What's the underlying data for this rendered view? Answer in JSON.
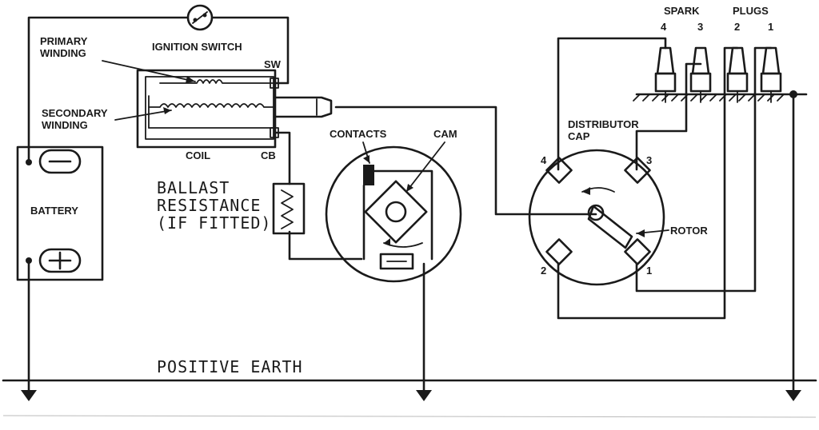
{
  "labels": {
    "spark": "SPARK",
    "plugs": "PLUGS",
    "plug_1": "1",
    "plug_2": "2",
    "plug_3": "3",
    "plug_4": "4",
    "primary_winding": "PRIMARY\nWINDING",
    "secondary_winding": "SECONDARY\nWINDING",
    "ignition_switch": "IGNITION SWITCH",
    "sw": "SW",
    "coil": "COIL",
    "cb": "CB",
    "battery": "BATTERY",
    "ballast": "BALLAST\nRESISTANCE\n(IF FITTED)",
    "contacts": "CONTACTS",
    "cam": "CAM",
    "distributor_cap": "DISTRIBUTOR\nCAP",
    "rotor": "ROTOR",
    "seg_1": "1",
    "seg_2": "2",
    "seg_3": "3",
    "seg_4": "4",
    "positive_earth": "POSITIVE EARTH"
  }
}
